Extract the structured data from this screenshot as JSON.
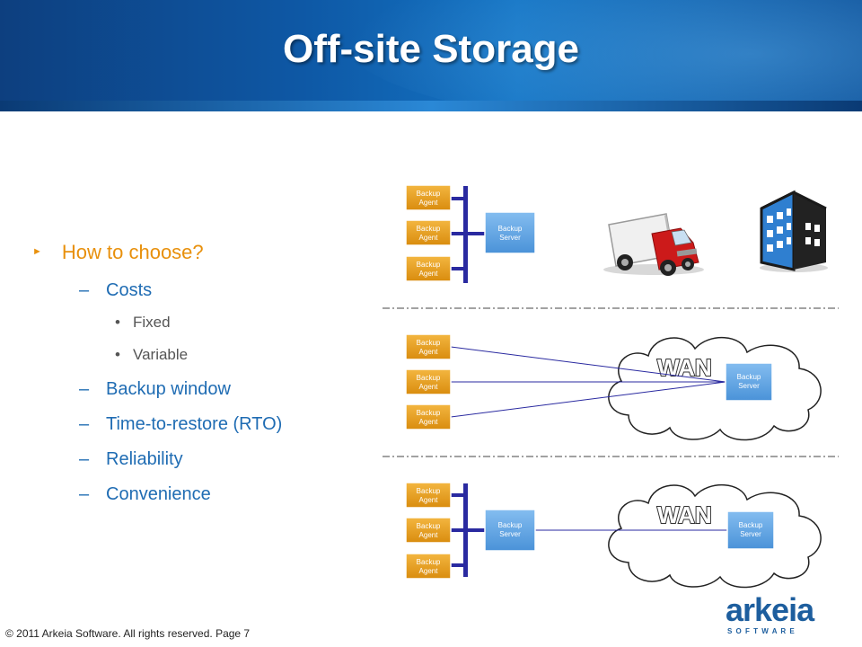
{
  "slide": {
    "title": "Off-site Storage",
    "bullets": {
      "heading": "How to choose?",
      "costs": "Costs",
      "fixed": "Fixed",
      "variable": "Variable",
      "backup_window": "Backup window",
      "rto": "Time-to-restore (RTO)",
      "reliability": "Reliability",
      "convenience": "Convenience"
    },
    "diagram": {
      "agent_line1": "Backup",
      "agent_line2": "Agent",
      "server_line1": "Backup",
      "server_line2": "Server",
      "wan_label": "WAN"
    },
    "footer": "© 2011 Arkeia Software.  All rights reserved.  Page 7",
    "logo": {
      "word": "arkeia",
      "sub": "S O F T W A R E"
    },
    "colors": {
      "agent": "#e8a21c",
      "server": "#5aa0e0",
      "bus": "#2a2aa0",
      "accent": "#e8900c",
      "text_blue": "#1f6cb3"
    },
    "icons": [
      "truck-icon",
      "building-icon",
      "cloud-icon"
    ]
  }
}
